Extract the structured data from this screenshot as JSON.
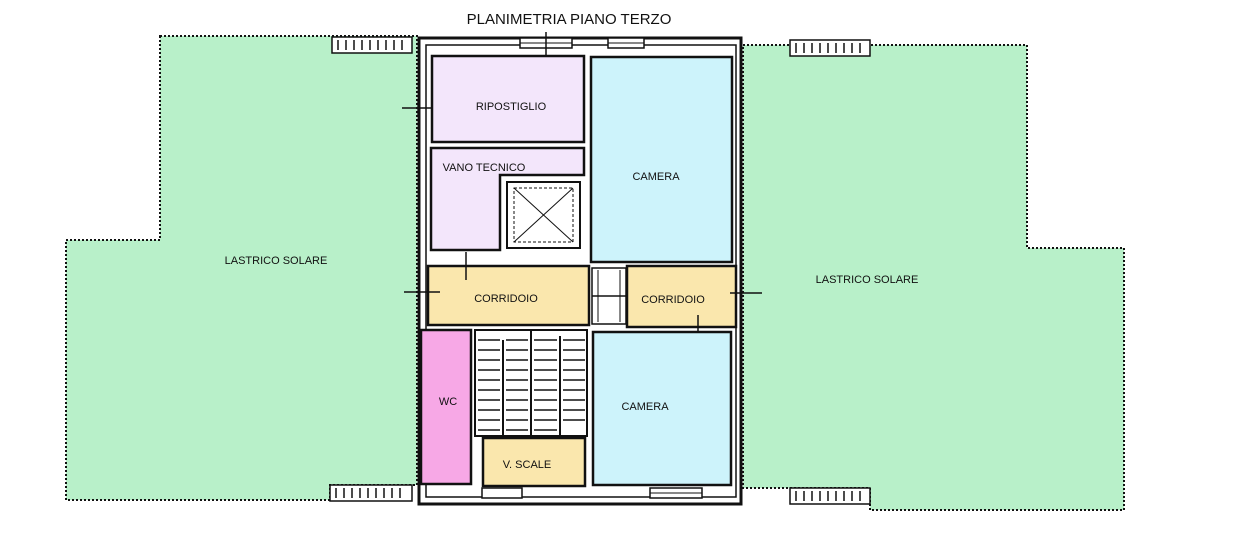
{
  "title": "PLANIMETRIA PIANO TERZO",
  "colors": {
    "terrace": "#b8f0c9",
    "storage": "#f3e6fb",
    "bedroom": "#cdf3fb",
    "corridor": "#fae7ad",
    "wc": "#f7a8e6",
    "stair_landing": "#fae7ad",
    "wall": "#111111"
  },
  "rooms": {
    "terrace_left": "LASTRICO SOLARE",
    "terrace_right": "LASTRICO SOLARE",
    "ripostiglio": "RIPOSTIGLIO",
    "vano_tecnico": "VANO TECNICO",
    "camera_top": "CAMERA",
    "corridoio_left": "CORRIDOIO",
    "corridoio_right": "CORRIDOIO",
    "wc": "WC",
    "camera_bottom": "CAMERA",
    "v_scale": "V. SCALE"
  }
}
